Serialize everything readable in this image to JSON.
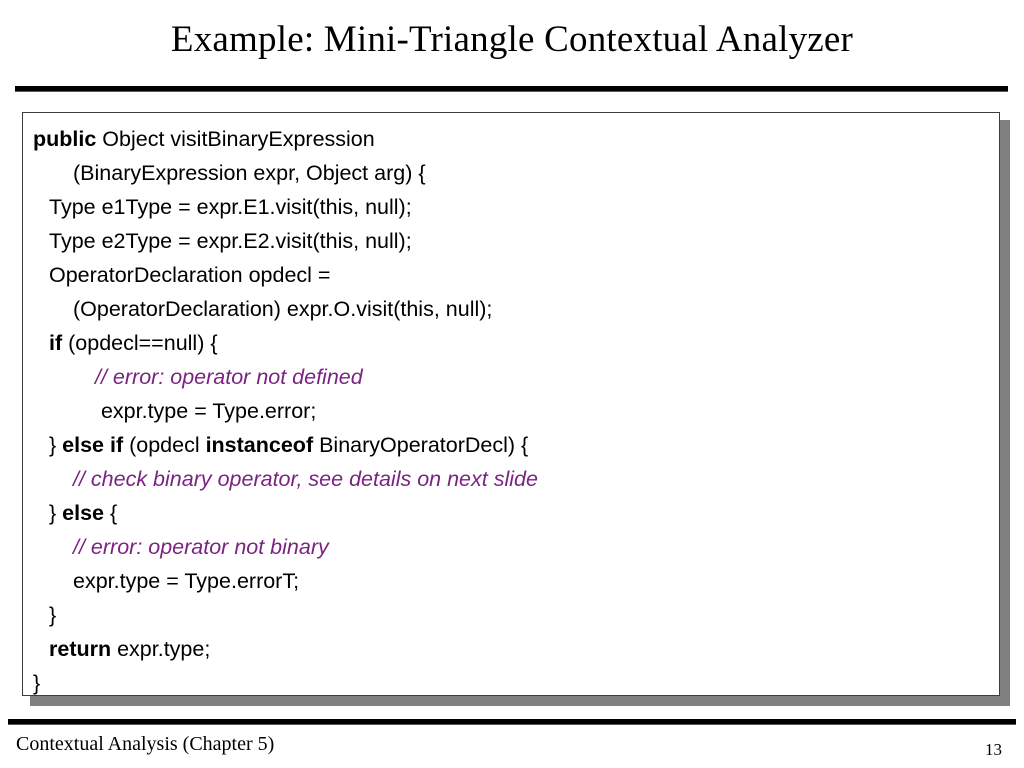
{
  "slide": {
    "title": "Example: Mini-Triangle Contextual Analyzer",
    "page_number": "13",
    "footer_text": "Contextual Analysis (Chapter 5)",
    "colors": {
      "comment": "#7A2382",
      "text": "#000000",
      "panel_border": "#3d3d3d",
      "panel_shadow": "#808080",
      "background": "#ffffff"
    }
  },
  "code": {
    "language": "java",
    "lines": [
      {
        "indent": 0,
        "parts": [
          {
            "text": "public",
            "style": "keyword"
          },
          {
            "text": " Object visitBinaryExpression",
            "style": "plain"
          }
        ]
      },
      {
        "indent": 2,
        "parts": [
          {
            "text": "(BinaryExpression expr, Object arg) {",
            "style": "plain"
          }
        ]
      },
      {
        "indent": 1,
        "parts": [
          {
            "text": "Type e1Type = expr.E1.visit(this, null);",
            "style": "plain"
          }
        ]
      },
      {
        "indent": 1,
        "parts": [
          {
            "text": "Type e2Type = expr.E2.visit(this, null);",
            "style": "plain"
          }
        ]
      },
      {
        "indent": 1,
        "parts": [
          {
            "text": "OperatorDeclaration opdecl =",
            "style": "plain"
          }
        ]
      },
      {
        "indent": 2,
        "parts": [
          {
            "text": "(OperatorDeclaration) expr.O.visit(this, null);",
            "style": "plain"
          }
        ]
      },
      {
        "indent": 1,
        "parts": [
          {
            "text": "if",
            "style": "keyword"
          },
          {
            "text": " (opdecl==null) {",
            "style": "plain"
          }
        ]
      },
      {
        "indent": 3,
        "parts": [
          {
            "text": "// error: operator not defined",
            "style": "comment"
          }
        ]
      },
      {
        "indent": 3,
        "parts": [
          {
            "text": " expr.type = Type.error;",
            "style": "plain"
          }
        ]
      },
      {
        "indent": 1,
        "parts": [
          {
            "text": "} ",
            "style": "plain"
          },
          {
            "text": "else if",
            "style": "keyword"
          },
          {
            "text": " (opdecl ",
            "style": "plain"
          },
          {
            "text": "instanceof",
            "style": "keyword"
          },
          {
            "text": " BinaryOperatorDecl) {",
            "style": "plain"
          }
        ]
      },
      {
        "indent": 2,
        "parts": [
          {
            "text": "// check binary operator, see details on next slide",
            "style": "comment"
          }
        ]
      },
      {
        "indent": 1,
        "parts": [
          {
            "text": "} ",
            "style": "plain"
          },
          {
            "text": "else",
            "style": "keyword"
          },
          {
            "text": " {",
            "style": "plain"
          }
        ]
      },
      {
        "indent": 2,
        "parts": [
          {
            "text": "// error: operator not binary",
            "style": "comment"
          }
        ]
      },
      {
        "indent": 2,
        "parts": [
          {
            "text": "expr.type = Type.errorT;",
            "style": "plain"
          }
        ]
      },
      {
        "indent": 1,
        "parts": [
          {
            "text": "}",
            "style": "plain"
          }
        ]
      },
      {
        "indent": 1,
        "parts": [
          {
            "text": "return",
            "style": "keyword"
          },
          {
            "text": " expr.type;",
            "style": "plain"
          }
        ]
      },
      {
        "indent": 0,
        "parts": [
          {
            "text": "}",
            "style": "plain"
          }
        ]
      }
    ]
  }
}
